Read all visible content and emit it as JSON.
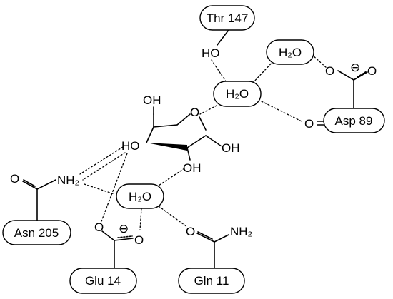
{
  "residues": {
    "thr": "Thr 147",
    "asp": "Asp 89",
    "asn": "Asn 205",
    "glu": "Glu 14",
    "gln": "Gln 11"
  },
  "waters": {
    "w1": "H₂O",
    "w2": "H₂O",
    "w3": "H₂O"
  },
  "atoms": {
    "thr_oh": "HO",
    "sugar_oh_top": "OH",
    "ring_o": "O",
    "sugar_ho_left": "HO",
    "sugar_oh_right": "OH",
    "sugar_oh_bottom": "OH",
    "asn_o": "O",
    "asn_nh2": "NH₂",
    "glu_o1": "O",
    "glu_o2": "O",
    "gln_o": "O",
    "gln_nh2": "NH₂",
    "asp_o1": "O",
    "asp_o2": "O",
    "asp_o3": "O"
  },
  "charges": {
    "glu_charge": "⊖",
    "asp_charge": "⊖"
  }
}
